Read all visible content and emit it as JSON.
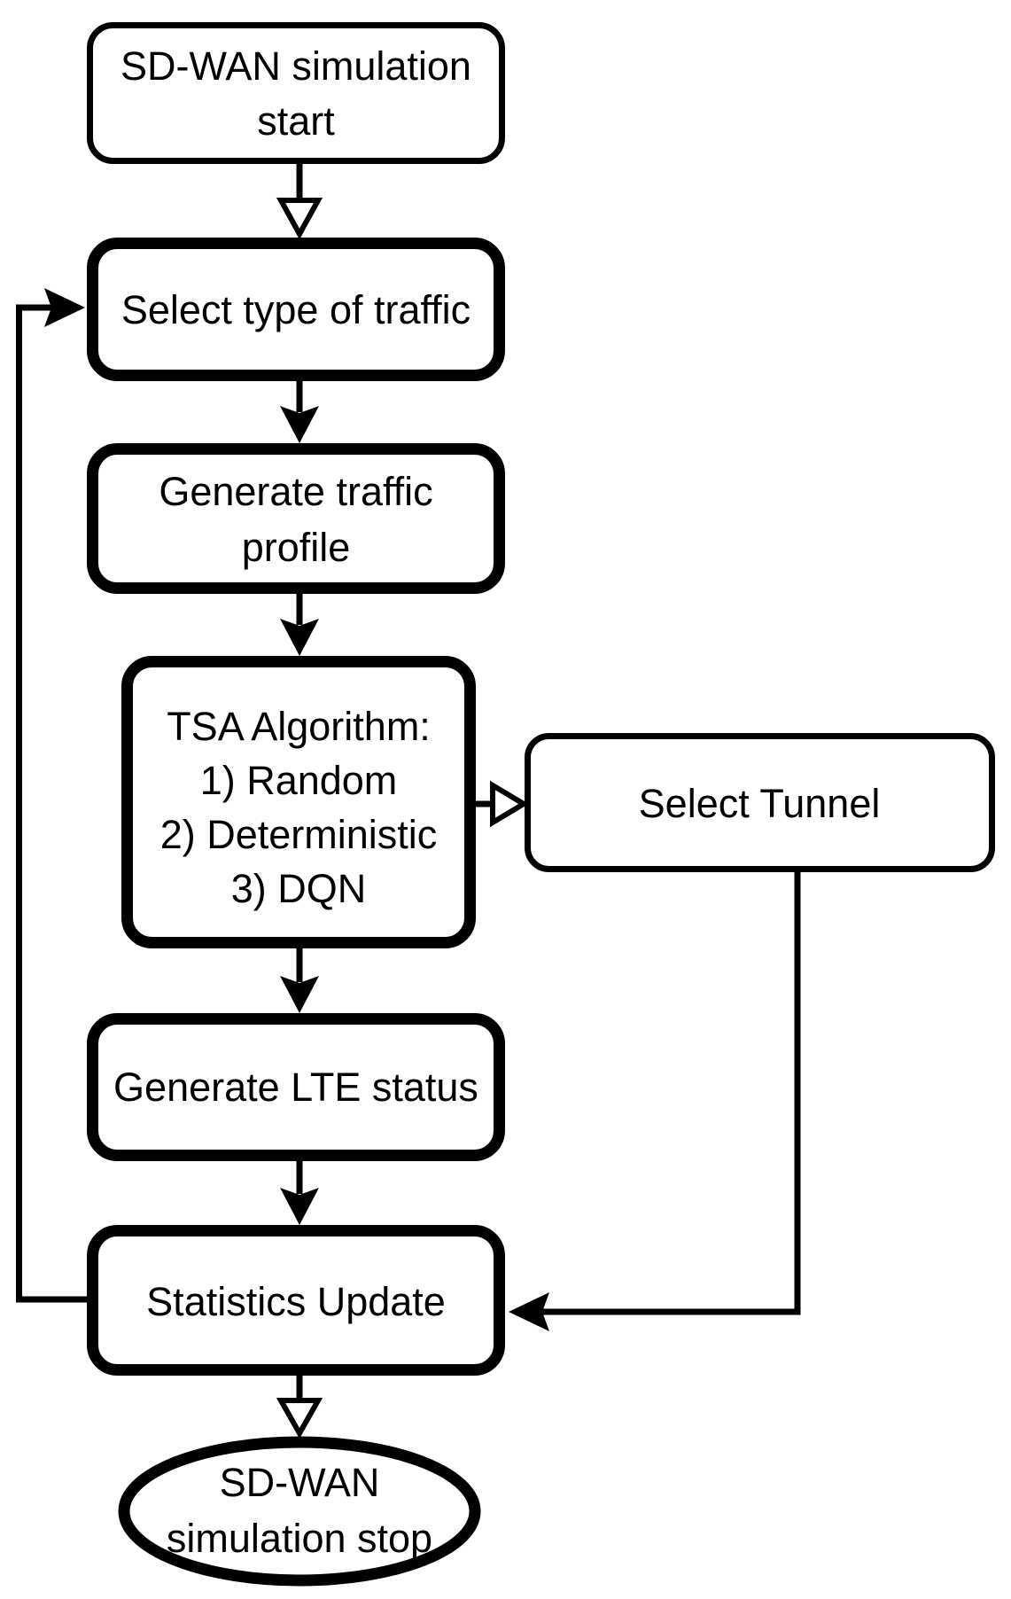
{
  "diagram": {
    "background_color": "#ffffff",
    "line_color": "#000000",
    "nodes": {
      "start": {
        "line1": "SD-WAN simulation",
        "line2": "start"
      },
      "select_traffic": {
        "label": "Select type of traffic"
      },
      "generate_profile": {
        "line1": "Generate traffic",
        "line2": "profile"
      },
      "tsa": {
        "line1": "TSA Algorithm:",
        "line2": "1) Random",
        "line3": "2) Deterministic",
        "line4": "3) DQN"
      },
      "select_tunnel": {
        "label": "Select Tunnel"
      },
      "generate_lte": {
        "label": "Generate LTE status"
      },
      "statistics": {
        "label": "Statistics Update"
      },
      "stop": {
        "line1": "SD-WAN",
        "line2": "simulation stop"
      }
    }
  }
}
